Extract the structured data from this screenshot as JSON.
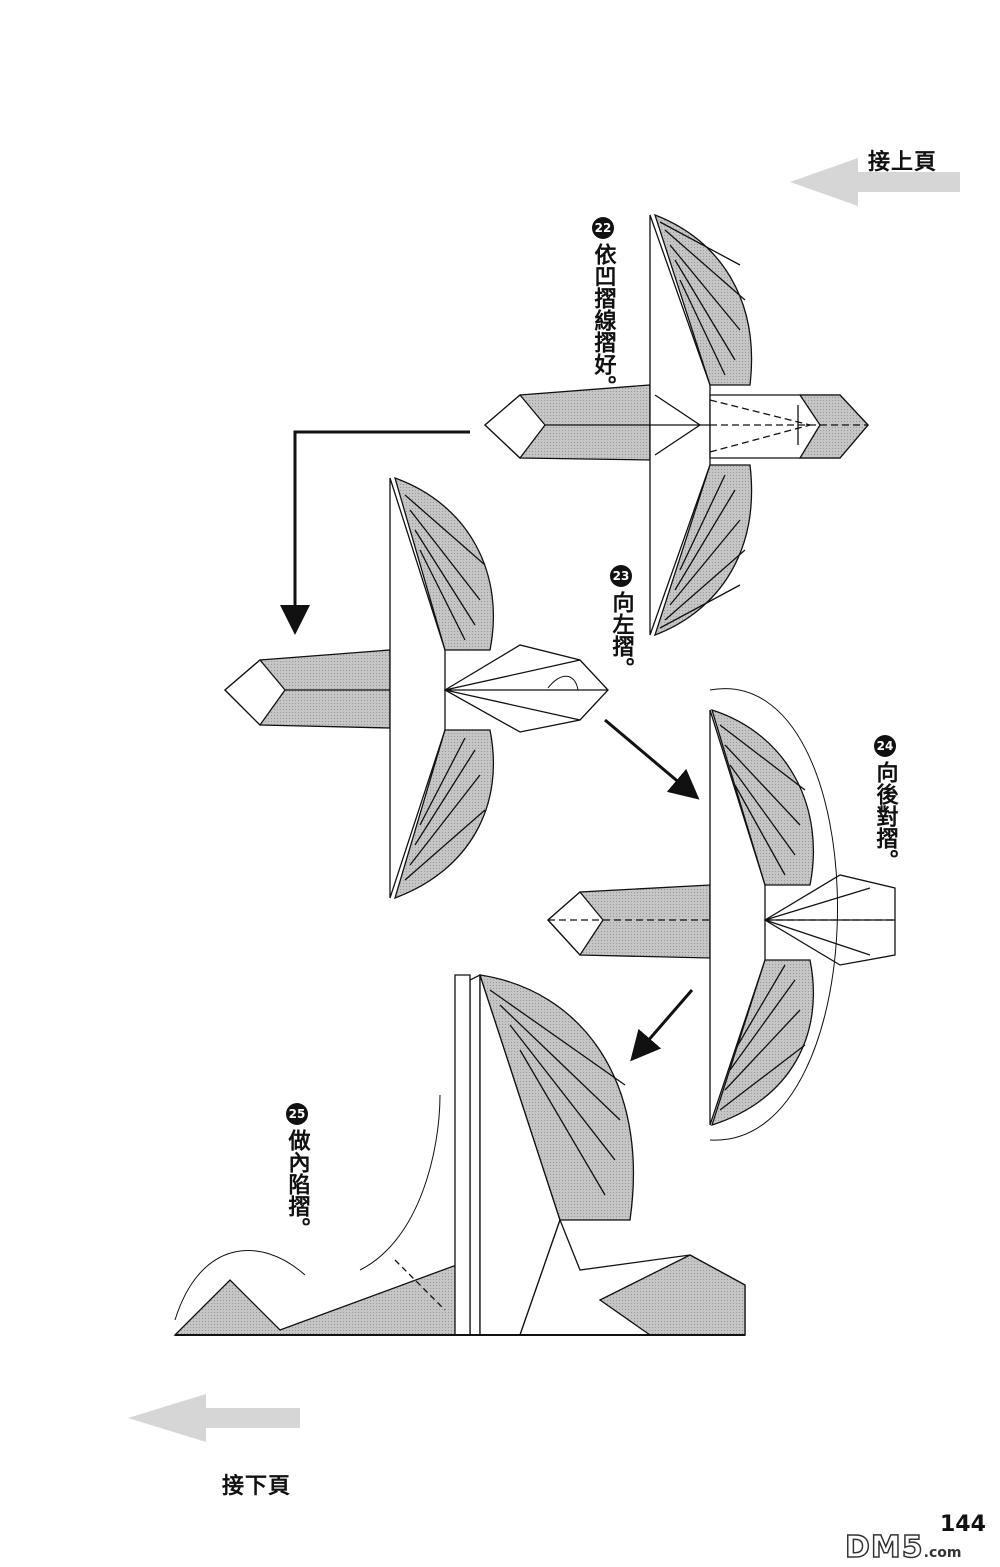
{
  "nav": {
    "prev_label": "接上頁",
    "next_label": "接下頁"
  },
  "steps": [
    {
      "number": "22",
      "text": "依凹摺線摺好。"
    },
    {
      "number": "23",
      "text": "向左摺。"
    },
    {
      "number": "24",
      "text": "向後對摺。"
    },
    {
      "number": "25",
      "text": "做內陷摺。"
    }
  ],
  "page_number": "144",
  "watermark": {
    "brand": "DM5",
    "suffix": ".com"
  },
  "colors": {
    "paper_gray": "#c2c2c2",
    "ink": "#111111",
    "arrow_gray": "#d6d6d6"
  }
}
